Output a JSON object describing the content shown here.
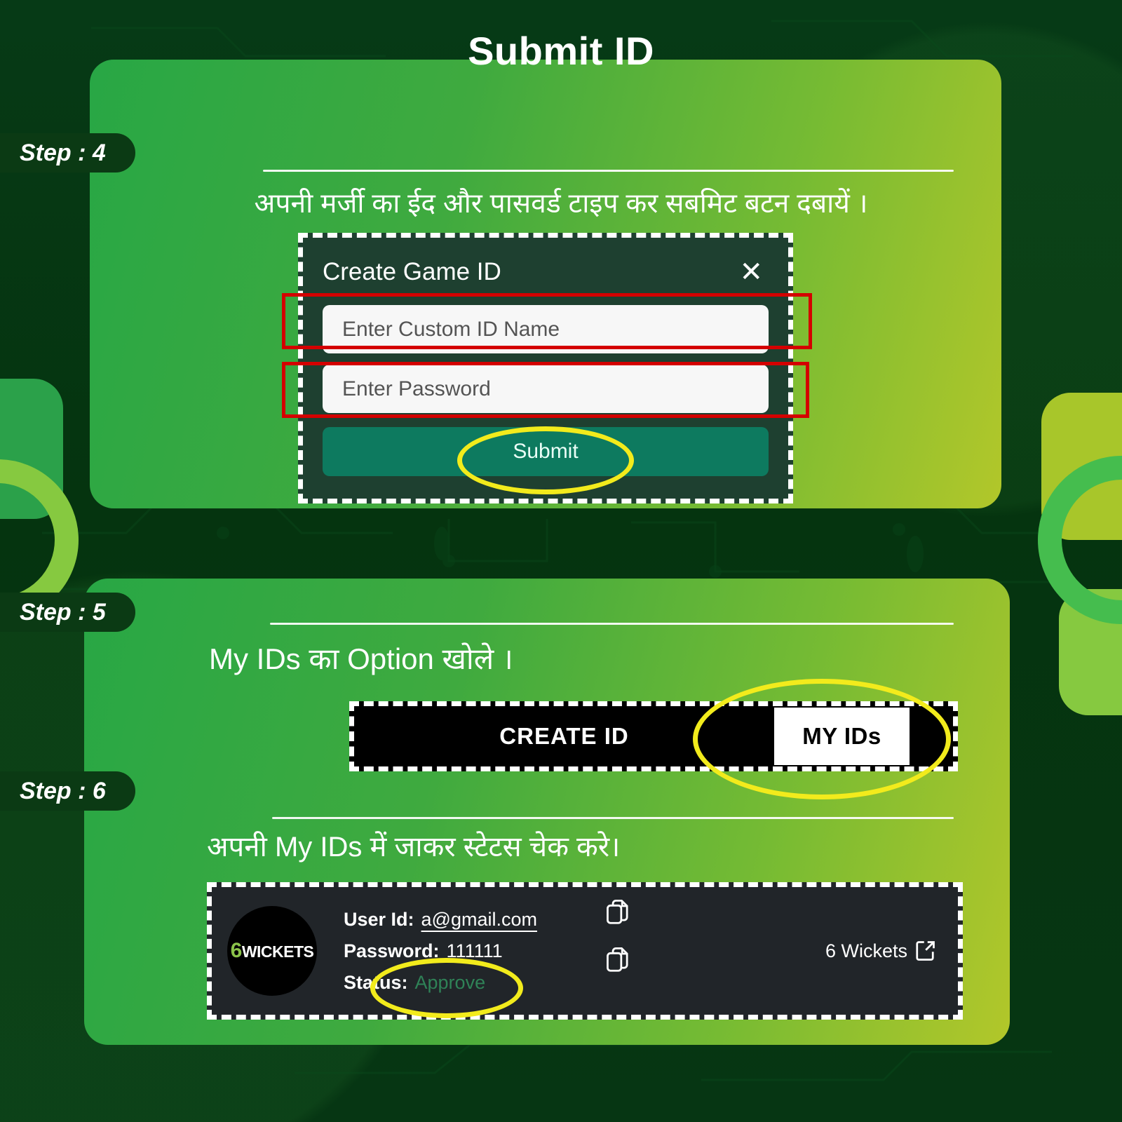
{
  "page": {
    "title": "Submit ID",
    "background_color": "#063413",
    "panel_gradient_start": "#28a745",
    "panel_gradient_end": "#b2c72a",
    "highlight_red": "#d40000",
    "highlight_yellow": "#f2eb1c"
  },
  "steps": [
    {
      "badge": "Step : 4",
      "caption": "अपनी मर्जी का ईद और पासवर्ड टाइप कर सबमिट बटन दबायें ।"
    },
    {
      "badge": "Step : 5",
      "caption": "My IDs का Option खोले ।"
    },
    {
      "badge": "Step : 6",
      "caption": "अपनी My IDs में जाकर स्टेटस चेक करे।"
    }
  ],
  "dialog": {
    "title": "Create Game ID",
    "close_icon": "✕",
    "id_field_placeholder": "Enter Custom ID Name",
    "password_field_placeholder": "Enter Password",
    "submit_label": "Submit",
    "submit_color": "#0d7a5f",
    "background_color": "#1e4030"
  },
  "tabbar": {
    "create_id_label": "CREATE ID",
    "my_ids_label": "MY IDs",
    "active_tab": "MY IDs",
    "background_color": "#000000"
  },
  "id_card": {
    "logo_six": "6",
    "logo_word": "WICKETS",
    "user_id_label": "User Id:",
    "user_id_value": "a@gmail.com",
    "password_label": "Password:",
    "password_value": "111111",
    "status_label": "Status:",
    "status_value": "Approve",
    "status_color": "#2f8257",
    "brand_label": "6 Wickets",
    "background_color": "#212529"
  }
}
